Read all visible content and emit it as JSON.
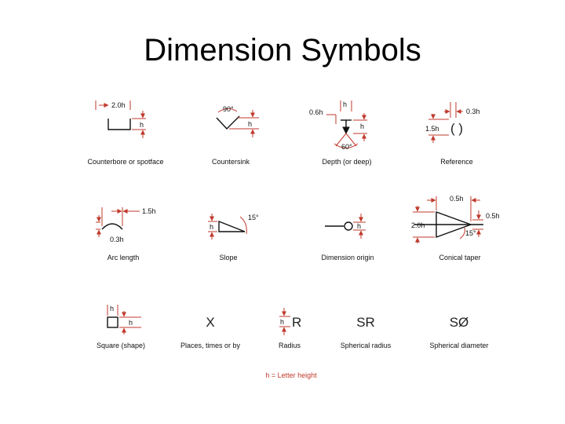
{
  "title": "Dimension Symbols",
  "symbols": [
    {
      "caption": "Counterbore or spotface",
      "labels": [
        "2.0h",
        "h"
      ]
    },
    {
      "caption": "Countersink",
      "labels": [
        "90°",
        "h"
      ]
    },
    {
      "caption": "Depth (or deep)",
      "labels": [
        "h",
        "0.6h",
        "h",
        "60°"
      ]
    },
    {
      "caption": "Reference",
      "labels": [
        "0.3h",
        "1.5h",
        "( )"
      ]
    },
    {
      "caption": "Arc length",
      "labels": [
        "1.5h",
        "0.3h"
      ]
    },
    {
      "caption": "Slope",
      "labels": [
        "15°",
        "h"
      ]
    },
    {
      "caption": "Dimension origin",
      "labels": [
        "h"
      ]
    },
    {
      "caption": "Conical taper",
      "labels": [
        "0.5h",
        "2.0h",
        "0.5h",
        "15°"
      ]
    },
    {
      "caption": "Square (shape)",
      "labels": [
        "h",
        "h"
      ]
    },
    {
      "caption": "Places, times or by",
      "labels": [
        "X"
      ]
    },
    {
      "caption": "Radius",
      "labels": [
        "h",
        "R"
      ]
    },
    {
      "caption": "Spherical radius",
      "labels": [
        "SR"
      ]
    },
    {
      "caption": "Spherical diameter",
      "labels": [
        "SØ"
      ]
    }
  ],
  "footnote": "h = Letter height"
}
